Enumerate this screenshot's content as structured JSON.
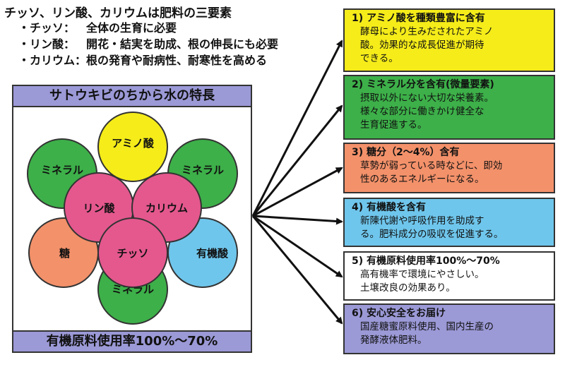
{
  "intro": {
    "title": "チッソ、リン酸、カリウムは肥料の三要素",
    "items": [
      {
        "key": "・チッソ：",
        "text": "全体の生育に必要"
      },
      {
        "key": "・リン酸：",
        "text": "開花・結実を助成、根の伸長にも必要"
      },
      {
        "key": "・カリウム：",
        "text": "根の発育や耐病性、耐寒性を高める"
      }
    ]
  },
  "diagram": {
    "header": "サトウキビのちから水の特長",
    "footer": "有機原料使用率100%〜70%",
    "circles": {
      "amino": "アミノ酸",
      "mineral_left": "ミネラル",
      "mineral_right": "ミネラル",
      "rinsan": "リン酸",
      "kalium": "カリウム",
      "tou": "糖",
      "chisso": "チッソ",
      "yukisan": "有機酸",
      "mineral_bottom": "ミネラル"
    }
  },
  "colors": {
    "yellow": "#f5ec19",
    "green": "#3db049",
    "orange": "#f3916a",
    "blue": "#6fc6ec",
    "pink": "#e4588e",
    "purple": "#9b99d6",
    "white": "#ffffff"
  },
  "features": [
    {
      "head": "1) アミノ酸を種類豊富に含有",
      "lines": [
        "酵母により生みだされたアミノ",
        "酸。効果的な成長促進が期待",
        "できる。"
      ]
    },
    {
      "head": "2) ミネラル分を含有(微量要素)",
      "lines": [
        "摂取以外にない大切な栄養素。",
        "様々な部分に働きかけ健全な",
        "生育促進する。"
      ]
    },
    {
      "head": "3) 糖分（2〜4%）含有",
      "lines": [
        "草勢が弱っている時などに、即効",
        "性のあるエネルギーになる。"
      ]
    },
    {
      "head": "4) 有機酸を含有",
      "lines": [
        "新陳代謝や呼吸作用を助成す",
        "る。肥料成分の吸収を促進する。"
      ]
    },
    {
      "head": "5) 有機原料使用率100%〜70%",
      "lines": [
        "高有機率で環境にやさしい。",
        "土壌改良の効果あり。"
      ]
    },
    {
      "head": "6) 安心安全をお届け",
      "lines": [
        "国産糖蜜原料使用、国内生産の",
        "発酵液体肥料。"
      ]
    }
  ]
}
